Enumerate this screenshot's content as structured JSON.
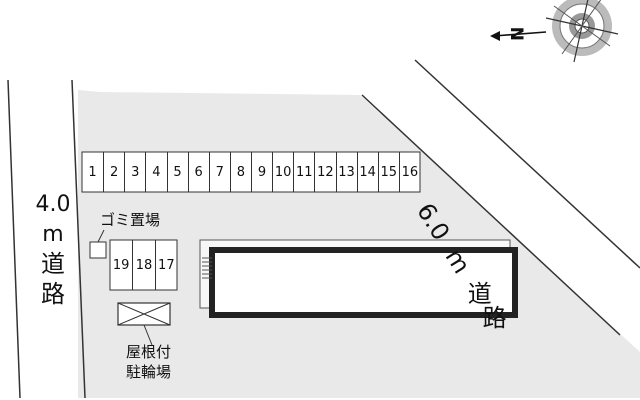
{
  "roads": {
    "left": {
      "width": "4.0",
      "unit": "m",
      "road": "道路",
      "road_chars": [
        "道",
        "路"
      ]
    },
    "right": {
      "width": "6.0",
      "unit": "m",
      "road": "道路",
      "road_chars": [
        "道",
        "路"
      ]
    }
  },
  "compass": {
    "north": "N"
  },
  "parking": {
    "top_row": [
      "1",
      "2",
      "3",
      "4",
      "5",
      "6",
      "7",
      "8",
      "9",
      "10",
      "11",
      "12",
      "13",
      "14",
      "15",
      "16"
    ],
    "side_row": [
      "19",
      "18",
      "17"
    ]
  },
  "facilities": {
    "garbage": "ゴミ置場",
    "bike_parking_lines": [
      "屋根付",
      "駐輪場"
    ]
  },
  "colors": {
    "lot": "#e8e8e8",
    "building": "#222222",
    "road_line": "#333333"
  }
}
